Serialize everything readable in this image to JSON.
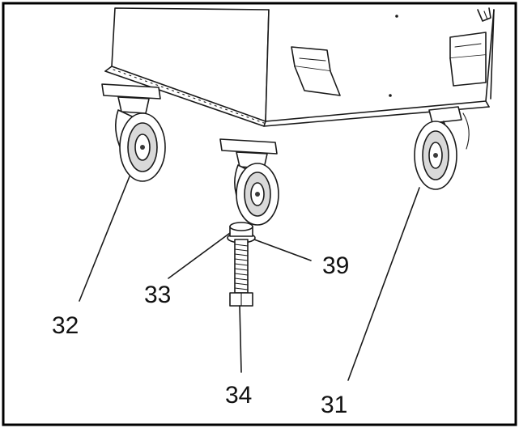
{
  "callouts": {
    "c31": "31",
    "c32": "32",
    "c33": "33",
    "c34": "34",
    "c39": "39"
  },
  "colors": {
    "line": "#1a1a1a",
    "background": "#ffffff",
    "frame": "#000000"
  }
}
